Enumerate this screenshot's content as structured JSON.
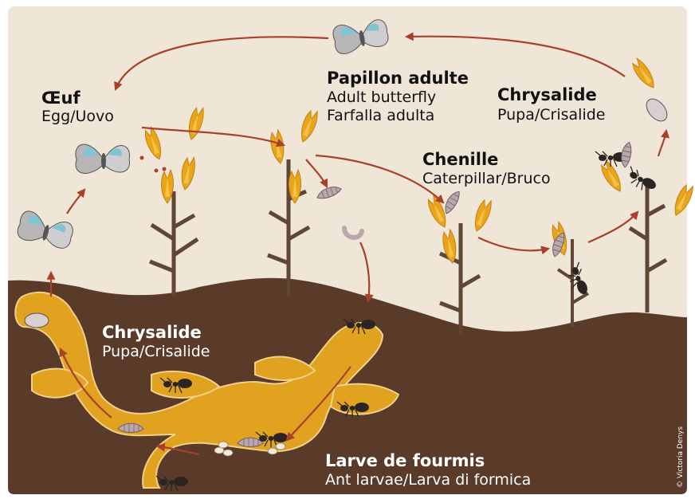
{
  "labels": {
    "egg": {
      "title": "Œuf",
      "sub": "Egg/Uovo"
    },
    "adult": {
      "title": "Papillon adulte",
      "sub1": "Adult butterfly",
      "sub2": "Farfalla adulta"
    },
    "pupa_top": {
      "title": "Chrysalide",
      "sub": "Pupa/Crisalide"
    },
    "caterpillar": {
      "title": "Chenille",
      "sub": "Caterpillar/Bruco"
    },
    "pupa_nest": {
      "title": "Chrysalide",
      "sub": "Pupa/Crisalide"
    },
    "ant_larvae": {
      "title": "Larve de fourmis",
      "sub": "Ant larvae/Larva di formica"
    }
  },
  "credit": "© Victoria Denys",
  "colors": {
    "background": "#efe6d8",
    "soil": "#5a3a28",
    "tunnel": "#e0a21f",
    "flower": "#e8a519",
    "stem": "#5f4635",
    "arrow": "#a8402a",
    "label_dark": "#111111",
    "label_light": "#ffffff",
    "butterfly_blue": "#7fc6d4",
    "grub": "#b9a7ac"
  }
}
